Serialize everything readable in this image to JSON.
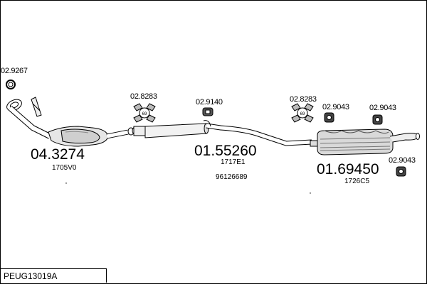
{
  "diagram": {
    "title": "PEUG13019A",
    "parts": [
      {
        "id": "p1",
        "number": "04.3274",
        "code": "1705V0"
      },
      {
        "id": "p2",
        "number": "01.55260",
        "code": "1717E1",
        "code2": "96126689"
      },
      {
        "id": "p3",
        "number": "01.69450",
        "code": "1726C5"
      }
    ],
    "accessories": [
      {
        "id": "a1",
        "number": "02.9267"
      },
      {
        "id": "a2",
        "number": "02.8283"
      },
      {
        "id": "a3",
        "number": "02.9140"
      },
      {
        "id": "a4",
        "number": "02.8283"
      },
      {
        "id": "a5",
        "number": "02.9043"
      },
      {
        "id": "a6",
        "number": "02.9043"
      },
      {
        "id": "a7",
        "number": "02.9043"
      }
    ]
  }
}
